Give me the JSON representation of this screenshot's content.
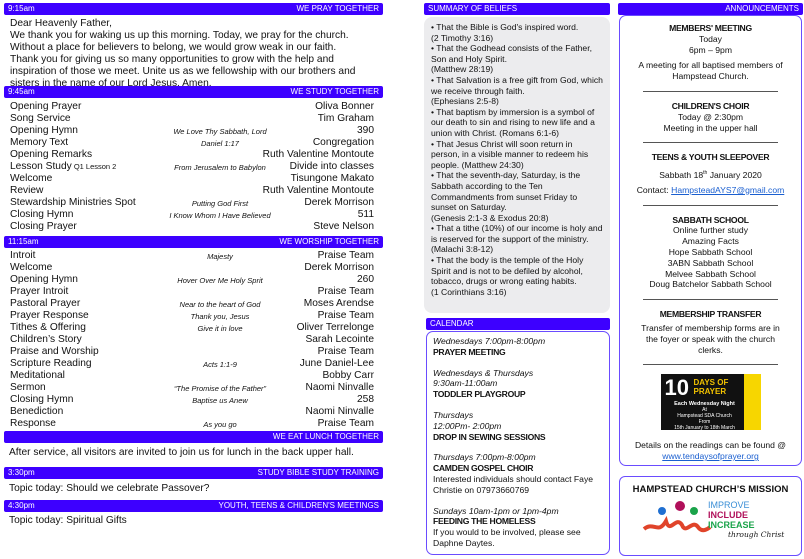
{
  "prayer": {
    "time": "9:15am",
    "title": "WE PRAY TOGETHER",
    "lines": [
      "Dear Heavenly Father,",
      "We thank you for waking us up this morning.  Today, we pray for the church.",
      "Without a place for believers to belong, we would grow weak in our faith.",
      "Thank you for giving us so many opportunities to grow with the help and",
      "inspiration of those we meet.  Unite us as we fellowship with our brothers and",
      "sisters in the name of our Lord Jesus.  Amen."
    ]
  },
  "study": {
    "time": "9:45am",
    "title": "WE STUDY TOGETHER",
    "rows": [
      {
        "item": "Opening Prayer",
        "note": "",
        "who": "Oliva Bonner"
      },
      {
        "item": "Song Service",
        "note": "",
        "who": "Tim Graham"
      },
      {
        "item": "Opening Hymn",
        "note": "We Love Thy Sabbath, Lord",
        "who": "390"
      },
      {
        "item": "Memory Text",
        "note": "Daniel 1:17",
        "who": "Congregation"
      },
      {
        "item": "Opening Remarks",
        "note": "",
        "who": "Ruth Valentine Montoute"
      },
      {
        "item": "Lesson Study",
        "sub": "Q1 Lesson 2",
        "note": "From Jerusalem to Babylon",
        "who": "Divide into classes"
      },
      {
        "item": "Welcome",
        "note": "",
        "who": "Tisungone Makato"
      },
      {
        "item": "Review",
        "note": "",
        "who": "Ruth Valentine Montoute"
      },
      {
        "item": "Stewardship Ministries Spot",
        "note": "Putting God First",
        "who": "Derek Morrison"
      },
      {
        "item": "Closing Hymn",
        "note": "I Know Whom I Have Believed",
        "who": "511"
      },
      {
        "item": "Closing Prayer",
        "note": "",
        "who": "Steve Nelson"
      }
    ]
  },
  "worship": {
    "time": "11:15am",
    "title": "WE WORSHIP TOGETHER",
    "rows": [
      {
        "item": "Introit",
        "note": "Majesty",
        "who": "Praise Team"
      },
      {
        "item": "Welcome",
        "note": "",
        "who": "Derek Morrison"
      },
      {
        "item": "Opening Hymn",
        "note": "Hover Over Me Holy Sprit",
        "who": "260"
      },
      {
        "item": "Prayer Introit",
        "note": "",
        "who": "Praise Team"
      },
      {
        "item": "Pastoral Prayer",
        "note": "Near to the heart of God",
        "who": "Moses Arendse"
      },
      {
        "item": "Prayer Response",
        "note": "Thank you, Jesus",
        "who": "Praise Team"
      },
      {
        "item": "Tithes & Offering",
        "note": "Give it in love",
        "who": "Oliver Terrelonge"
      },
      {
        "item": "Children’s Story",
        "note": "",
        "who": "Sarah Lecointe"
      },
      {
        "item": "Praise and Worship",
        "note": "",
        "who": "Praise Team"
      },
      {
        "item": "Scripture Reading",
        "note": "Acts 1:1-9",
        "who": "June Daniel-Lee"
      },
      {
        "item": "Meditational",
        "note": "",
        "who": "Bobby Carr"
      },
      {
        "item": "Sermon",
        "note": "“The Promise of the Father”",
        "who": "Naomi Ninvalle"
      },
      {
        "item": "Closing Hymn",
        "note": "Baptise us Anew",
        "who": "258"
      },
      {
        "item": "Benediction",
        "note": "",
        "who": "Naomi Ninvalle"
      },
      {
        "item": "Response",
        "note": "As you go",
        "who": "Praise Team"
      }
    ]
  },
  "lunch": {
    "time": "",
    "title": "WE EAT LUNCH TOGETHER",
    "text": "After service, all visitors are invited to join us for lunch in the back upper hall."
  },
  "bible": {
    "time": "3:30pm",
    "title": "STUDY BIBLE STUDY TRAINING",
    "text": "Topic today: Should we celebrate Passover?"
  },
  "youth": {
    "time": "4:30pm",
    "title": "YOUTH, TEENS & CHILDREN'S MEETINGS",
    "text": "Topic today: Spiritual Gifts"
  },
  "beliefs": {
    "title": "SUMMARY OF BELIEFS",
    "lines": [
      "• That the Bible is God's inspired word.",
      "(2 Timothy 3:16)",
      "• That the Godhead consists of the Father, Son and Holy Spirit.",
      "(Matthew 28:19)",
      "• That Salvation is a free gift from God, which we receive through faith.",
      "(Ephesians 2:5-8)",
      "• That baptism by immersion is a symbol of our death to sin and rising to new life and a union with Christ. (Romans 6:1-6)",
      "• That Jesus Christ will soon return in person, in a visible manner to redeem his people. (Matthew 24:30)",
      "• That the seventh-day, Saturday, is the Sabbath according to the Ten Commandments from sunset Friday to sunset on Saturday.",
      "(Genesis 2:1-3 & Exodus 20:8)",
      "• That a tithe (10%) of our income is holy and is reserved for  the support of the ministry. (Malachi 3:8-12)",
      "• That the body is the temple of the Holy Spirit and is not to be defiled by alcohol, tobacco, drugs or wrong eating habits.",
      "(1 Corinthians 3:16)"
    ]
  },
  "calendar": {
    "title": "CALENDAR",
    "events": [
      {
        "when": [
          "Wednesdays 7:00pm-8:00pm"
        ],
        "name": "PRAYER MEETING",
        "desc": ""
      },
      {
        "when": [
          "Wednesdays & Thursdays",
          "9:30am-11:00am"
        ],
        "name": "TODDLER PLAYGROUP",
        "desc": ""
      },
      {
        "when": [
          "Thursdays",
          "12:00Pm- 2:00pm"
        ],
        "name": "DROP IN SEWING SESSIONS",
        "desc": ""
      },
      {
        "when": [
          "Thursdays 7:00pm-8:00pm"
        ],
        "name": "CAMDEN GOSPEL CHOIR",
        "desc": "Interested individuals should contact Faye Christie on 07973660769"
      },
      {
        "when": [
          "Sundays 10am-1pm or 1pm-4pm"
        ],
        "name": "FEEDING THE HOMELESS",
        "desc": "If you would to be involved, please see Daphne Daytes."
      }
    ]
  },
  "announcements": {
    "title": "ANNOUNCEMENTS",
    "members": {
      "title": "MEMBERS' MEETING",
      "day": "Today",
      "time": "6pm – 9pm",
      "desc": "A meeting for all baptised members of Hampstead Church."
    },
    "choir": {
      "title": "CHILDREN'S CHOIR",
      "time": "Today @ 2:30pm",
      "desc": "Meeting in the upper hall"
    },
    "sleepover": {
      "title": "TEENS & YOUTH SLEEPOVER",
      "date_pre": "Sabbath 18",
      "date_sup": "th",
      "date_post": " January 2020",
      "contact_label": "Contact: ",
      "email": "HampsteadAYS7@gmail.com"
    },
    "sabbath": {
      "title": "SABBATH SCHOOL",
      "lines": [
        "Online further study",
        "Amazing Facts",
        "Hope Sabbath School",
        "3ABN Sabbath School",
        "Melvee Sabbath School",
        "Doug Batchelor Sabbath School"
      ]
    },
    "transfer": {
      "title": "MEMBERSHIP TRANSFER",
      "desc": "Transfer of membership forms are in the foyer or speak with the church clerks."
    },
    "promo": {
      "ten": "10",
      "days": "DAYS OF",
      "prayer": "PRAYER",
      "sub1": "Each Wednesday Night",
      "sub2": "At",
      "sub3": "Hampstead SDA Church",
      "sub4": "From",
      "sub5": "15th January to 18th March"
    },
    "details": "Details on the readings can be found @ ",
    "link": "www.tendaysofprayer.org"
  },
  "mission": {
    "title": "HAMPSTEAD CHURCH’S MISSION",
    "w1": "IMPROVE",
    "w2": "INCLUDE",
    "w3": "INCREASE",
    "w4": "through Christ"
  },
  "colors": {
    "bar": "#3d00ff",
    "border": "#6a4cff"
  }
}
